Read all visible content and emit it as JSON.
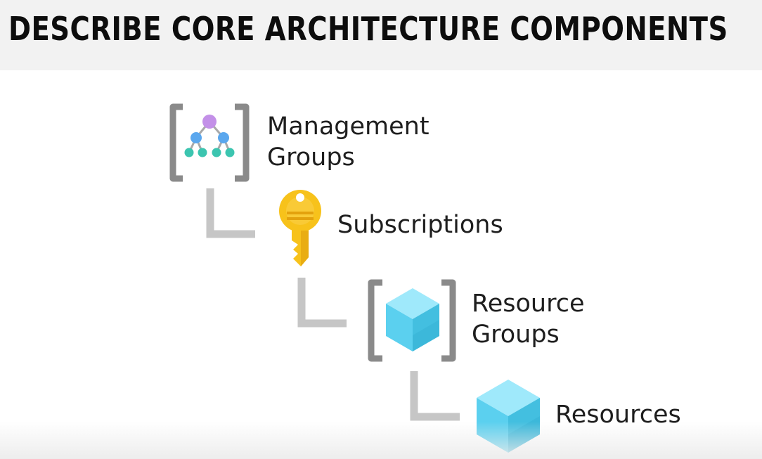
{
  "header": {
    "title": "DESCRIBE CORE ARCHITECTURE COMPONENTS"
  },
  "hierarchy": [
    {
      "id": "management-groups",
      "lines": [
        "Management",
        "Groups"
      ],
      "icon": "management-group-icon"
    },
    {
      "id": "subscriptions",
      "lines": [
        "Subscriptions"
      ],
      "icon": "key-icon"
    },
    {
      "id": "resource-groups",
      "lines": [
        "Resource",
        "Groups"
      ],
      "icon": "resource-group-icon"
    },
    {
      "id": "resources",
      "lines": [
        "Resources"
      ],
      "icon": "cube-icon"
    }
  ],
  "colors": {
    "bracket": "#8a8a8a",
    "connector": "#c6c6c6",
    "mg_top": "#c390e8",
    "mg_mid": "#5aa7ee",
    "mg_leaf": "#3cc5b0",
    "key": "#f7c21b",
    "cube_light": "#9fe9fb",
    "cube_mid": "#5bd0ef",
    "cube_dark": "#3cb8da"
  }
}
